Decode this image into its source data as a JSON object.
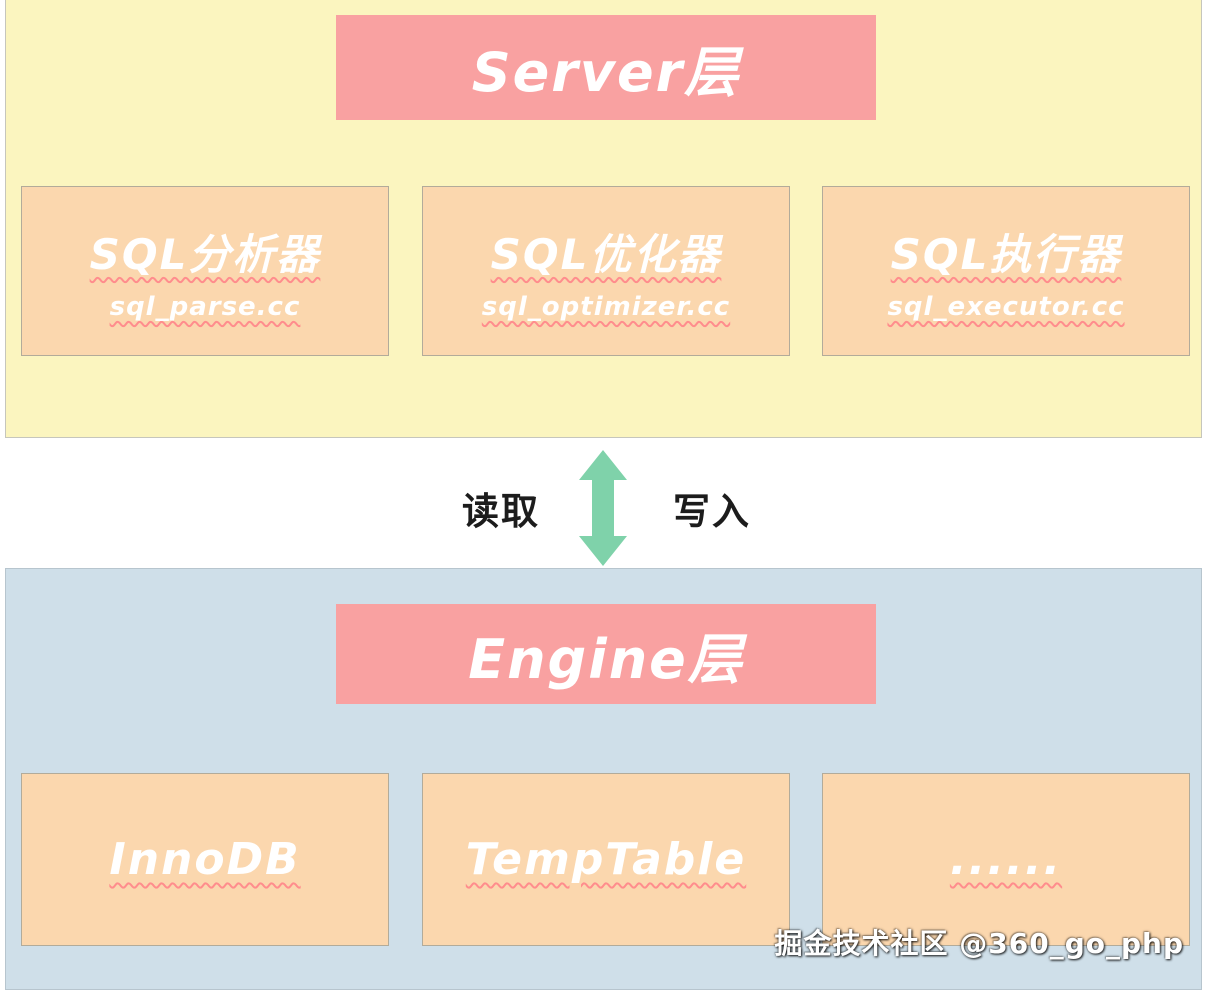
{
  "server_layer": {
    "title": "Server层",
    "modules": [
      {
        "name": "SQL分析器",
        "file": "sql_parse.cc"
      },
      {
        "name": "SQL优化器",
        "file": "sql_optimizer.cc"
      },
      {
        "name": "SQL执行器",
        "file": "sql_executor.cc"
      }
    ]
  },
  "connector": {
    "read_label": "读取",
    "write_label": "写入"
  },
  "engine_layer": {
    "title": "Engine层",
    "modules": [
      {
        "name": "InnoDB"
      },
      {
        "name": "TempTable"
      },
      {
        "name": "......"
      }
    ]
  },
  "watermark": "掘金技术社区 @360_go_php",
  "colors": {
    "server_panel_bg": "#fbf5bf",
    "engine_panel_bg": "#cfdfe9",
    "layer_header_bg": "#f9a1a1",
    "module_box_bg": "#fbd7ae",
    "arrow_fill": "#7fd2aa",
    "text_underline": "#ff8d8d",
    "box_text": "#ffffff",
    "connector_text": "#1c1c1c"
  }
}
